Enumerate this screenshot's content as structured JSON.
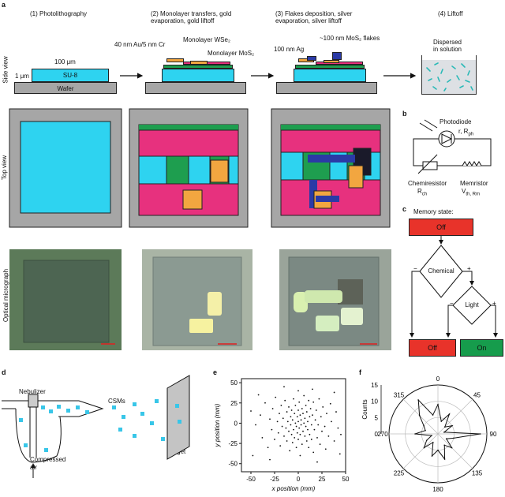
{
  "panel_labels": {
    "a": "a",
    "b": "b",
    "c": "c",
    "d": "d",
    "e": "e",
    "f": "f"
  },
  "steps": [
    "(1) Photolithography",
    "(2) Monolayer transfers, gold evaporation, gold liftoff",
    "(3) Flakes deposition, silver evaporation, silver liftoff",
    "(4) Liftoff"
  ],
  "row_labels": {
    "side": "Side view",
    "top": "Top view",
    "micro": "Optical micrograph"
  },
  "side_annotations": {
    "width": "100 μm",
    "thickness": "1 μm",
    "su8": "SU-8",
    "wafer": "Wafer",
    "au_cr": "40 nm Au/5 nm Cr",
    "wse2": "Monolayer WSe₂",
    "mos2": "Monolayer MoS₂",
    "mos2_flakes": "~100 nm MoS₂ flakes",
    "ag": "100 nm Ag",
    "dispersed": "Dispersed in solution"
  },
  "circuit": {
    "photodiode": "Photodiode",
    "photodiode_params": "r, R",
    "photodiode_sub": "ph",
    "chemiresistor": "Chemiresistor",
    "chemiresistor_param": "R",
    "chemiresistor_sub": "ch",
    "memristor": "Memristor",
    "memristor_params": "V",
    "memristor_sub": "th, R",
    "memristor_sub2": "m"
  },
  "flow": {
    "title": "Memory state:",
    "off_top": "Off",
    "chemical": "Chemical",
    "light": "Light",
    "off_bottom": "Off",
    "on": "On",
    "minus": "−",
    "plus": "+"
  },
  "nebulizer": {
    "nebulizer": "Nebulizer",
    "csms": "CSMs",
    "target": "Target",
    "compressed_air": "Compressed air"
  },
  "colors": {
    "su8": "#2ed3f0",
    "wafer": "#a6a6a6",
    "gold": "#f2a640",
    "wse2": "#e7317e",
    "mos2": "#1e9e4f",
    "flake": "#2b3aa6",
    "red": "#e8332a",
    "green": "#169c4c",
    "particle": "#38c6e8"
  },
  "chart_data": [
    {
      "type": "scatter",
      "xlabel": "x position (mm)",
      "ylabel": "y position (mm)",
      "xlim": [
        -60,
        50
      ],
      "ylim": [
        -60,
        55
      ],
      "xticks": [
        -50,
        -25,
        0,
        25,
        50
      ],
      "yticks": [
        -50,
        -25,
        0,
        25,
        50
      ],
      "points": [
        [
          -45,
          -2
        ],
        [
          -40,
          10
        ],
        [
          -38,
          -18
        ],
        [
          -35,
          25
        ],
        [
          -32,
          -30
        ],
        [
          -30,
          5
        ],
        [
          -28,
          -8
        ],
        [
          -27,
          18
        ],
        [
          -25,
          -20
        ],
        [
          -24,
          32
        ],
        [
          -22,
          2
        ],
        [
          -21,
          -12
        ],
        [
          -20,
          12
        ],
        [
          -19,
          -28
        ],
        [
          -18,
          22
        ],
        [
          -17,
          -4
        ],
        [
          -16,
          6
        ],
        [
          -15,
          -16
        ],
        [
          -14,
          28
        ],
        [
          -13,
          -6
        ],
        [
          -12,
          14
        ],
        [
          -12,
          -22
        ],
        [
          -11,
          2
        ],
        [
          -10,
          -10
        ],
        [
          -10,
          20
        ],
        [
          -9,
          -34
        ],
        [
          -8,
          8
        ],
        [
          -8,
          -2
        ],
        [
          -7,
          16
        ],
        [
          -7,
          -14
        ],
        [
          -6,
          -24
        ],
        [
          -6,
          4
        ],
        [
          -5,
          30
        ],
        [
          -5,
          -8
        ],
        [
          -4,
          12
        ],
        [
          -4,
          -18
        ],
        [
          -3,
          0
        ],
        [
          -3,
          22
        ],
        [
          -2,
          -4
        ],
        [
          -2,
          -30
        ],
        [
          -1,
          8
        ],
        [
          -1,
          -12
        ],
        [
          0,
          2
        ],
        [
          0,
          16
        ],
        [
          0,
          -20
        ],
        [
          0,
          40
        ],
        [
          1,
          -6
        ],
        [
          1,
          26
        ],
        [
          2,
          10
        ],
        [
          2,
          -14
        ],
        [
          2,
          -40
        ],
        [
          3,
          4
        ],
        [
          3,
          -2
        ],
        [
          4,
          18
        ],
        [
          4,
          -26
        ],
        [
          5,
          -10
        ],
        [
          5,
          12
        ],
        [
          6,
          0
        ],
        [
          6,
          34
        ],
        [
          7,
          -16
        ],
        [
          7,
          6
        ],
        [
          8,
          22
        ],
        [
          8,
          -4
        ],
        [
          9,
          -22
        ],
        [
          9,
          14
        ],
        [
          10,
          -8
        ],
        [
          10,
          2
        ],
        [
          11,
          28
        ],
        [
          11,
          -30
        ],
        [
          12,
          8
        ],
        [
          12,
          -14
        ],
        [
          13,
          18
        ],
        [
          14,
          -2
        ],
        [
          14,
          -20
        ],
        [
          15,
          10
        ],
        [
          16,
          -36
        ],
        [
          16,
          26
        ],
        [
          17,
          -8
        ],
        [
          18,
          4
        ],
        [
          19,
          16
        ],
        [
          20,
          -18
        ],
        [
          21,
          -2
        ],
        [
          22,
          30
        ],
        [
          23,
          -26
        ],
        [
          24,
          8
        ],
        [
          25,
          -10
        ],
        [
          26,
          20
        ],
        [
          28,
          -4
        ],
        [
          29,
          -32
        ],
        [
          30,
          12
        ],
        [
          32,
          -16
        ],
        [
          34,
          24
        ],
        [
          35,
          2
        ],
        [
          38,
          -22
        ],
        [
          40,
          14
        ],
        [
          42,
          -6
        ],
        [
          45,
          -14
        ],
        [
          -48,
          -40
        ],
        [
          -42,
          35
        ],
        [
          38,
          38
        ],
        [
          44,
          -38
        ],
        [
          -30,
          -45
        ],
        [
          20,
          -48
        ],
        [
          -15,
          45
        ],
        [
          15,
          42
        ],
        [
          -50,
          15
        ]
      ]
    },
    {
      "type": "polar",
      "ylabel": "Counts",
      "angle_ticks": [
        "0",
        "45",
        "90",
        "135",
        "180",
        "225",
        "270",
        "315"
      ],
      "radial_ticks": [
        0,
        5,
        10,
        15
      ],
      "rmax": 15,
      "angles": [
        0,
        15,
        30,
        45,
        60,
        75,
        90,
        105,
        120,
        135,
        150,
        165,
        180,
        195,
        210,
        225,
        240,
        255,
        270,
        285,
        300,
        315,
        330,
        345
      ],
      "values": [
        9,
        4,
        7,
        3,
        5,
        2,
        13,
        5,
        3,
        6,
        4,
        8,
        5,
        7,
        3,
        6,
        4,
        2,
        7,
        4,
        5,
        8,
        12,
        6
      ]
    }
  ]
}
